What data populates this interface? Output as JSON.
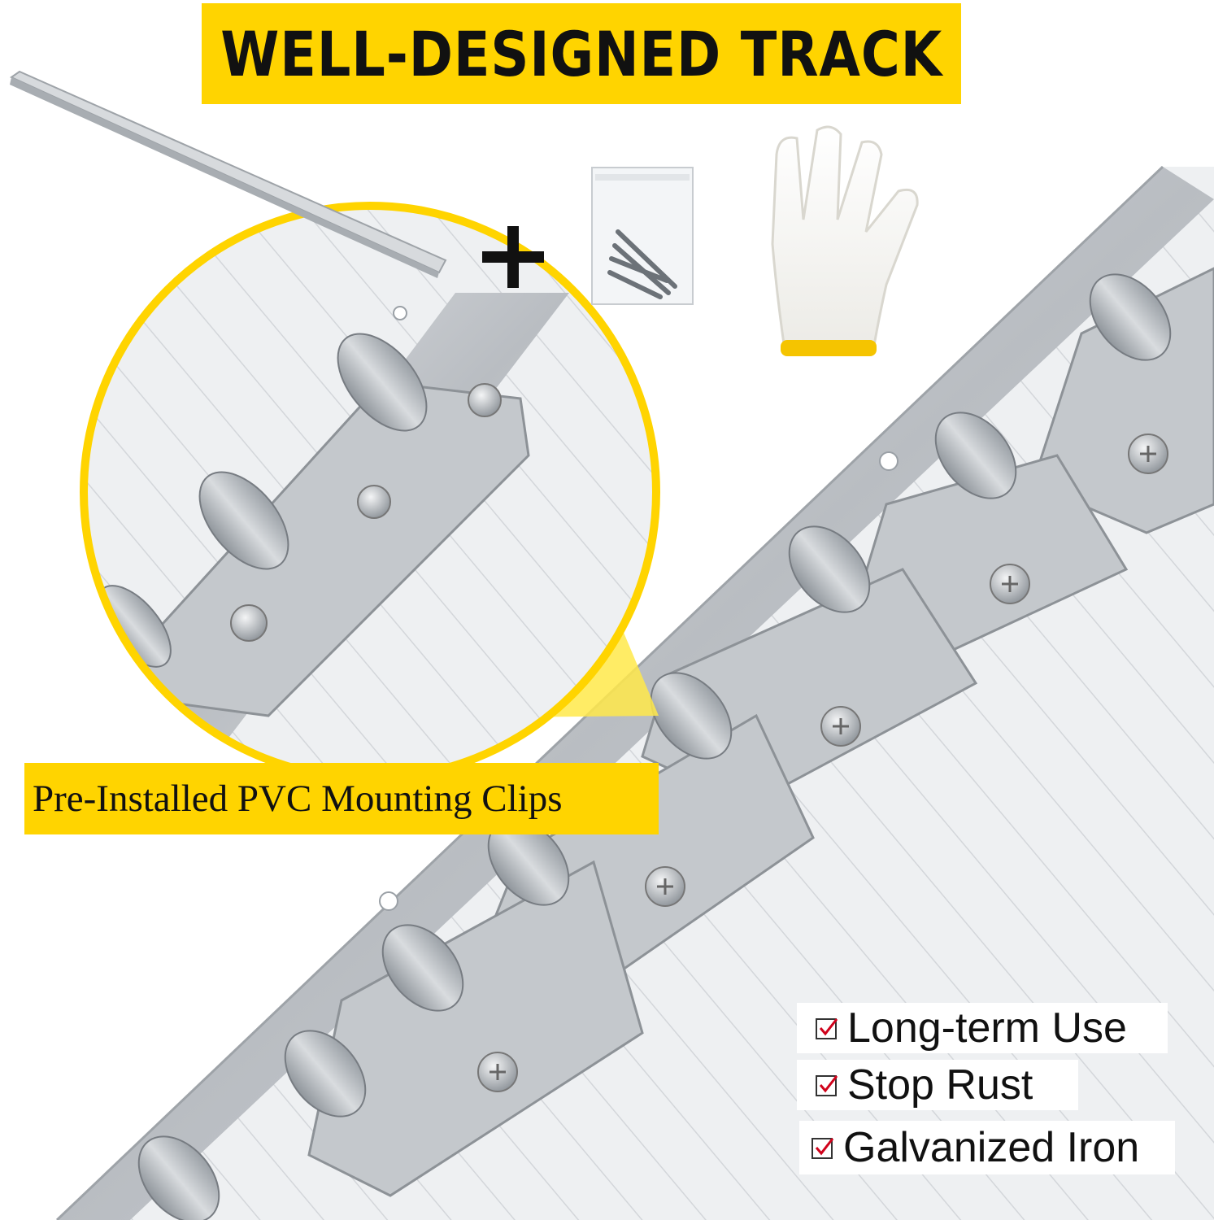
{
  "banner": {
    "title": "WELL-DESIGNED TRACK"
  },
  "callout": {
    "label": "Pre-Installed PVC Mounting Clips"
  },
  "features": [
    {
      "label": "Long-term Use"
    },
    {
      "label": "Stop Rust"
    },
    {
      "label": "Galvanized Iron"
    }
  ],
  "icons": {
    "plus": "plus-icon",
    "check": "checkbox-checked-icon"
  },
  "colors": {
    "accent": "#FFD400",
    "check": "#D0021B",
    "metal": "#C9CCD0"
  }
}
